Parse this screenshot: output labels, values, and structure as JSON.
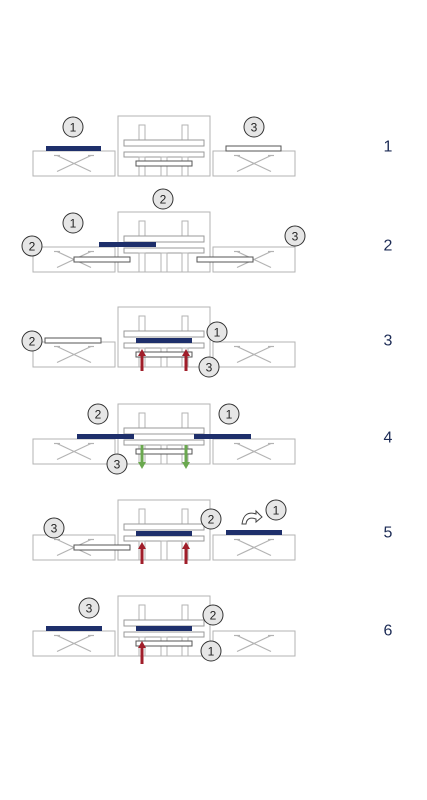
{
  "colors": {
    "plate_dark": "#1e2f6b",
    "arrow_up": "#a01e2a",
    "arrow_down": "#6aa84f",
    "outline": "#b3b3b3",
    "label_fill": "#e6e6e6",
    "step_text": "#1c2b55"
  },
  "icons": [
    "curved-arrow-icon",
    "arrow-up-icon",
    "arrow-down-icon",
    "scissor-lift-icon"
  ],
  "steps": [
    {
      "number": "1",
      "labels": [
        "1",
        "3"
      ]
    },
    {
      "number": "2",
      "labels": [
        "2",
        "1",
        "2",
        "3"
      ]
    },
    {
      "number": "3",
      "labels": [
        "2",
        "1",
        "3"
      ]
    },
    {
      "number": "4",
      "labels": [
        "2",
        "1",
        "3"
      ]
    },
    {
      "number": "5",
      "labels": [
        "3",
        "2",
        "1"
      ]
    },
    {
      "number": "6",
      "labels": [
        "3",
        "2",
        "1"
      ]
    }
  ]
}
